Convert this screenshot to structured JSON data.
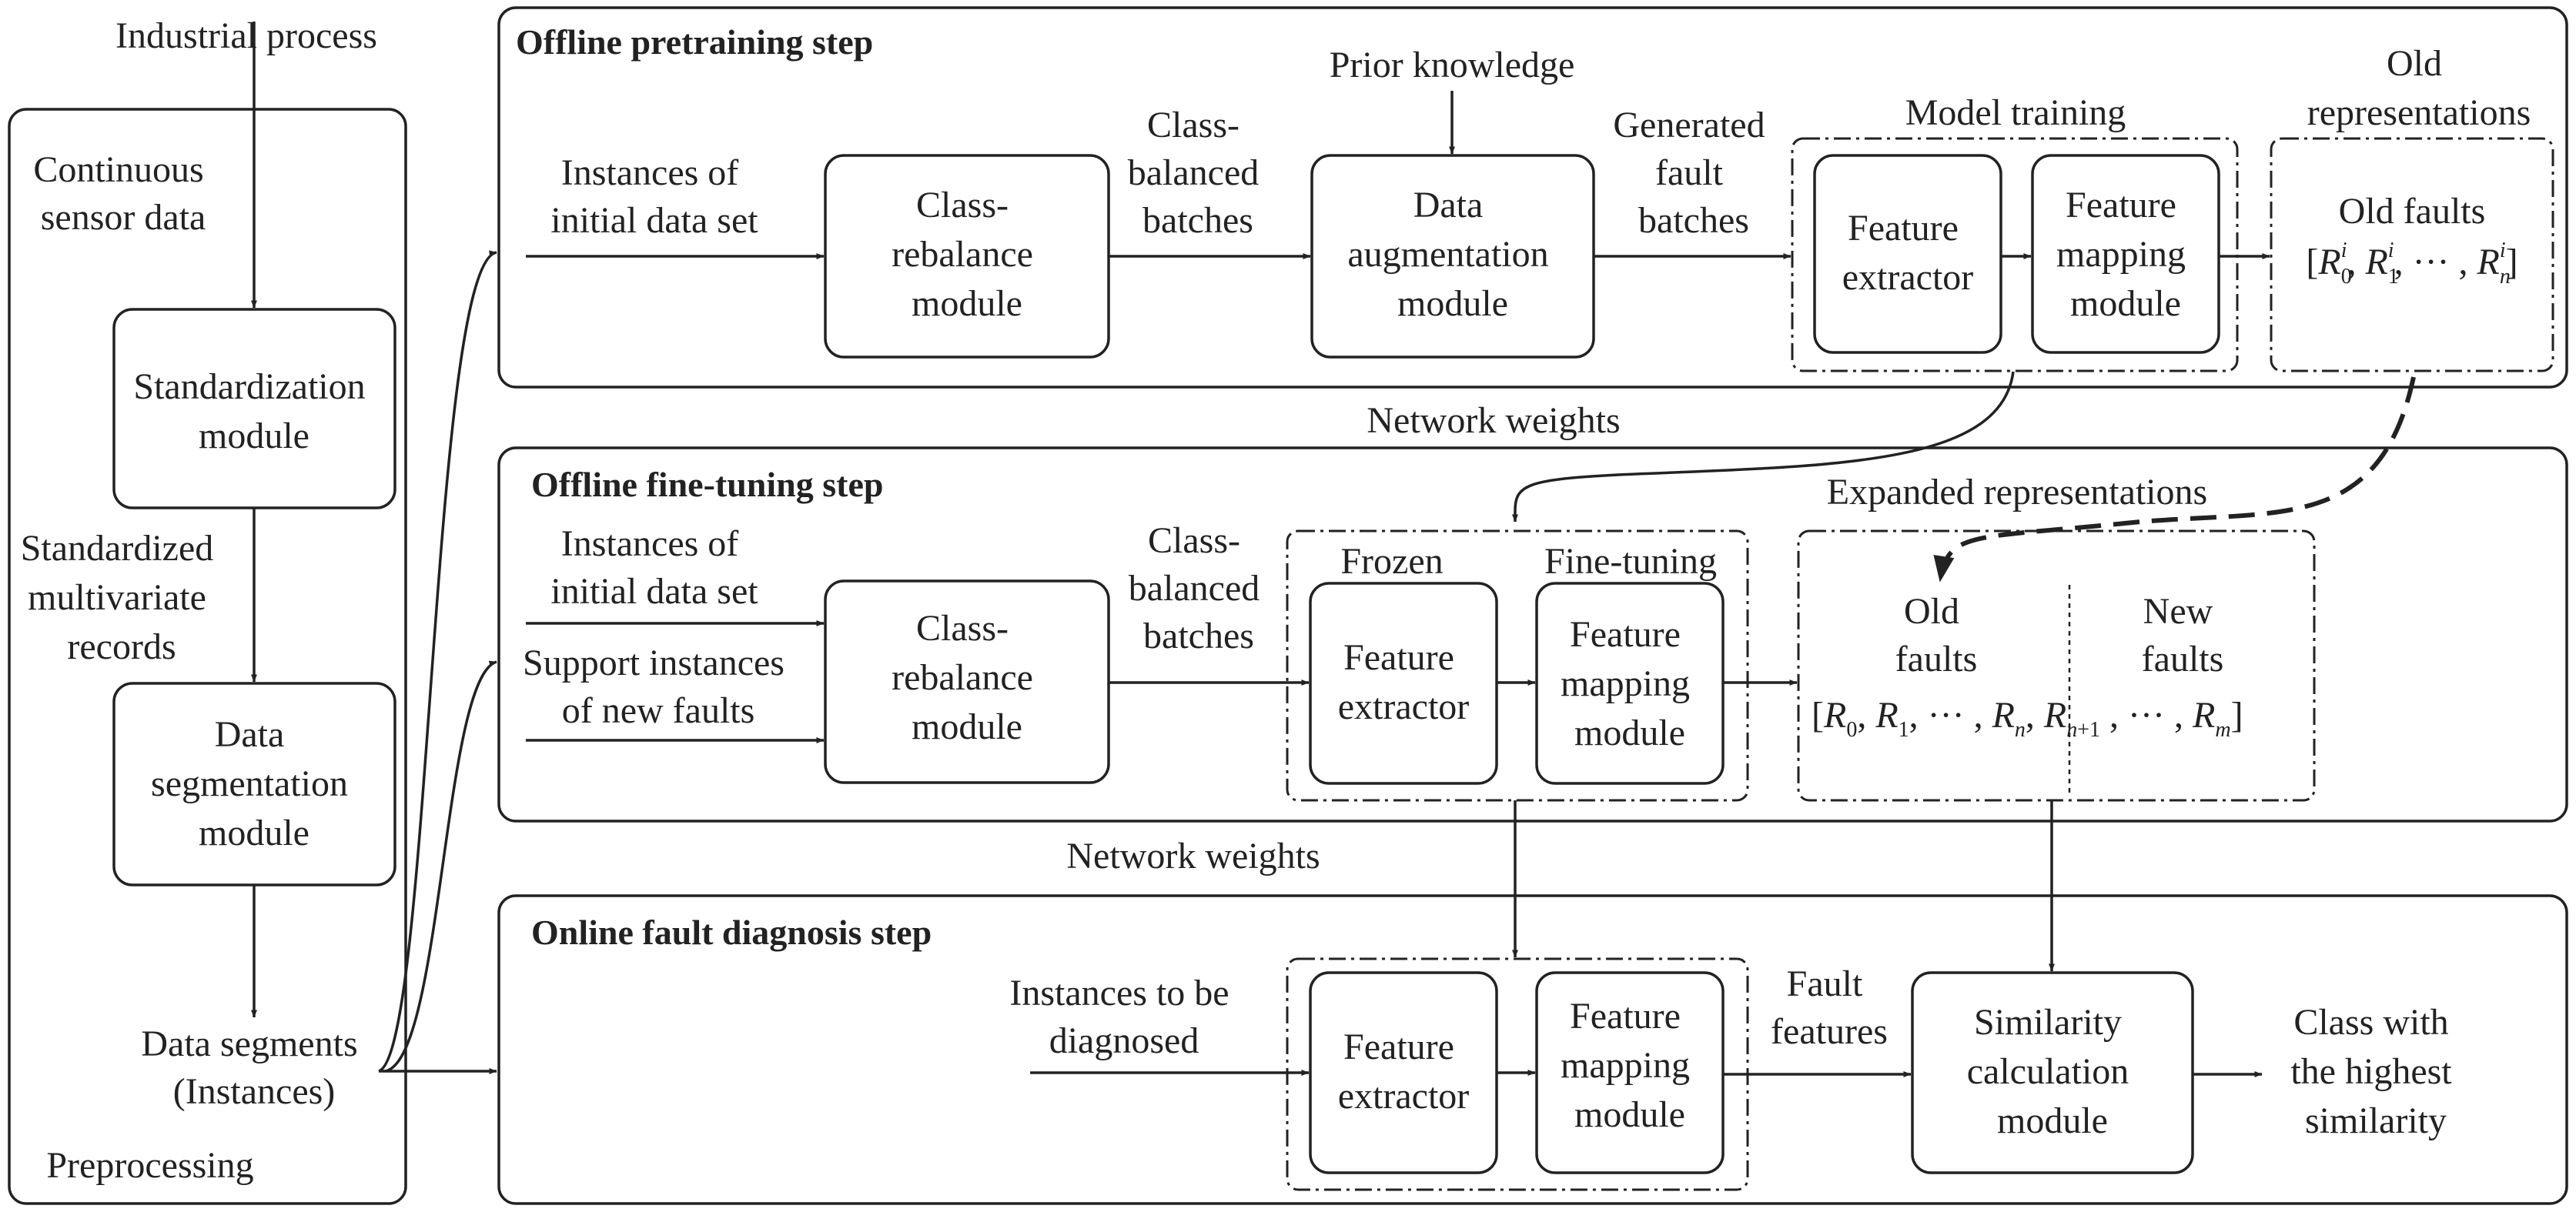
{
  "preprocessing": {
    "input": "Industrial process",
    "continuous": [
      "Continuous",
      "sensor data"
    ],
    "standardization": [
      "Standardization",
      "module"
    ],
    "standardized": [
      "Standardized",
      "multivariate",
      "records"
    ],
    "segmentation": [
      "Data",
      "segmentation",
      "module"
    ],
    "segments": [
      "Data segments",
      "(Instances)"
    ],
    "label": "Preprocessing"
  },
  "pretrain": {
    "title": "Offline pretraining step",
    "instances": [
      "Instances of",
      "initial data set"
    ],
    "rebalance": [
      "Class-",
      "rebalance",
      "module"
    ],
    "batches": [
      "Class-",
      "balanced",
      "batches"
    ],
    "prior": "Prior knowledge",
    "augment": [
      "Data",
      "augmentation",
      "module"
    ],
    "generated": [
      "Generated",
      "fault",
      "batches"
    ],
    "model_training": "Model training",
    "extractor": [
      "Feature",
      "extractor"
    ],
    "mapping": [
      "Feature",
      "mapping",
      "module"
    ],
    "old_repr": [
      "Old",
      "representations"
    ],
    "old_faults": "Old faults"
  },
  "weights_1": "Network weights",
  "finetune": {
    "title": "Offline fine-tuning step",
    "instances": [
      "Instances of",
      "initial data set"
    ],
    "support": [
      "Support instances",
      "of new faults"
    ],
    "rebalance": [
      "Class-",
      "rebalance",
      "module"
    ],
    "batches": [
      "Class-",
      "balanced",
      "batches"
    ],
    "frozen": "Frozen",
    "fine_tuning": "Fine-tuning",
    "extractor": [
      "Feature",
      "extractor"
    ],
    "mapping": [
      "Feature",
      "mapping",
      "module"
    ],
    "expanded": "Expanded representations",
    "old_faults": [
      "Old",
      "faults"
    ],
    "new_faults": [
      "New",
      "faults"
    ]
  },
  "weights_2": "Network weights",
  "online": {
    "title": "Online fault diagnosis step",
    "instances": [
      "Instances to be",
      "diagnosed"
    ],
    "extractor": [
      "Feature",
      "extractor"
    ],
    "mapping": [
      "Feature",
      "mapping",
      "module"
    ],
    "fault_features": [
      "Fault",
      "features"
    ],
    "similarity": [
      "Similarity",
      "calculation",
      "module"
    ],
    "result": [
      "Class with",
      "the highest",
      "similarity"
    ]
  }
}
